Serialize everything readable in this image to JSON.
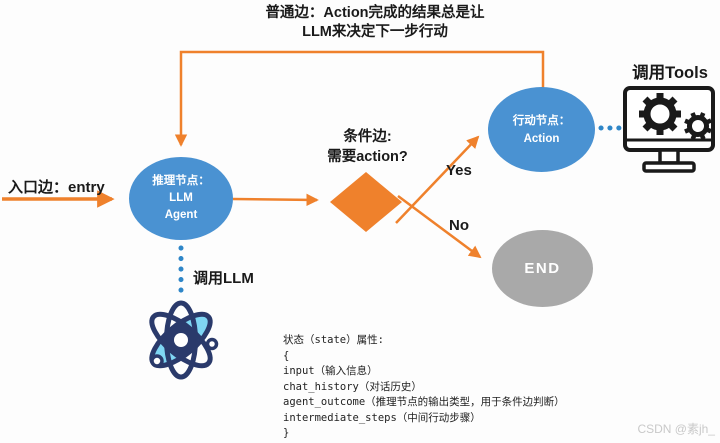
{
  "title": "LangGraph agent workflow diagram",
  "annotations": {
    "normal_edge_note": "普通边：Action完成的结果总是让\nLLM来决定下一步行动",
    "entry_edge_label": "入口边：entry",
    "condition_edge_label": "条件边:\n需要action?",
    "yes_label": "Yes",
    "no_label": "No",
    "call_llm_label": "调用LLM",
    "call_tools_label": "调用Tools"
  },
  "nodes": {
    "reasoning": {
      "label": "推理节点：\nLLM\nAgent"
    },
    "action": {
      "label": "行动节点：\nAction"
    },
    "end": {
      "label": "END"
    }
  },
  "state_block": {
    "text": "状态（state）属性:\n{\ninput（输入信息）\nchat_history（对话历史）\nagent_outcome（推理节点的输出类型，用于条件边判断）\nintermediate_steps（中间行动步骤）\n}"
  },
  "icons": {
    "tools_icon": "monitor-with-gears",
    "llm_icon": "atom"
  },
  "colors": {
    "edge_orange": "#EF812C",
    "node_blue": "#4A92D2",
    "end_gray": "#A9A9A9",
    "dot_blue": "#2E86C8",
    "atom_navy": "#2A3A6B",
    "atom_lightblue": "#7FD6F3",
    "icon_black": "#1A1A1A",
    "watermark_gray": "#C9C9C9"
  },
  "watermark": "CSDN @素jh_"
}
